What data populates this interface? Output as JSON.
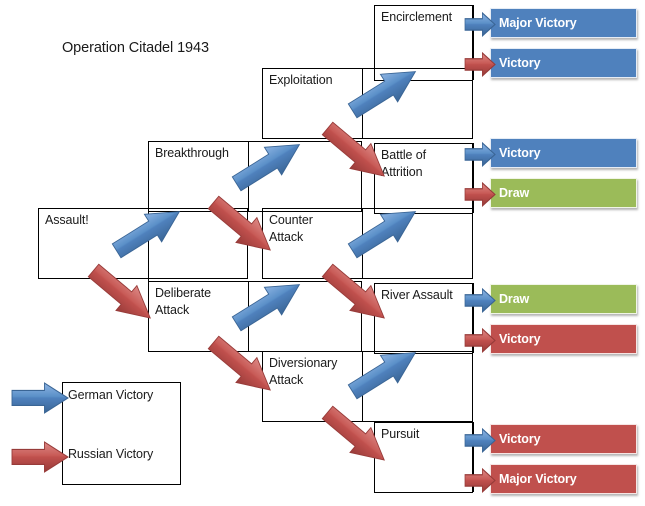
{
  "diagram": {
    "title": "Operation Citadel 1943",
    "colors": {
      "german_blue": "#4f81bd",
      "russian_red": "#c0504d",
      "draw_green": "#9bbb59",
      "outline": "#000000",
      "text": "#1a1a1a"
    },
    "nodes": [
      {
        "id": "assault",
        "label": "Assault!"
      },
      {
        "id": "breakthrough",
        "label": "Breakthrough"
      },
      {
        "id": "deliberate-attack",
        "label": "Deliberate\nAttack"
      },
      {
        "id": "exploitation",
        "label": "Exploitation"
      },
      {
        "id": "counter-attack",
        "label": "Counter\nAttack"
      },
      {
        "id": "diversionary-attack",
        "label": "Diversionary\nAttack"
      },
      {
        "id": "encirclement",
        "label": "Encirclement"
      },
      {
        "id": "battle-of-attrition",
        "label": "Battle of\nAttrition"
      },
      {
        "id": "river-assault",
        "label": "River Assault"
      },
      {
        "id": "pursuit",
        "label": "Pursuit"
      }
    ],
    "results": [
      {
        "id": "encirclement-german",
        "label": "Major Victory",
        "color": "blue",
        "from": "encirclement",
        "arrow": "german"
      },
      {
        "id": "encirclement-russian",
        "label": "Victory",
        "color": "blue",
        "from": "encirclement",
        "arrow": "russian"
      },
      {
        "id": "attrition-german",
        "label": "Victory",
        "color": "blue",
        "from": "battle-of-attrition",
        "arrow": "german"
      },
      {
        "id": "attrition-russian",
        "label": "Draw",
        "color": "green",
        "from": "battle-of-attrition",
        "arrow": "russian"
      },
      {
        "id": "river-german",
        "label": "Draw",
        "color": "green",
        "from": "river-assault",
        "arrow": "german"
      },
      {
        "id": "river-russian",
        "label": "Victory",
        "color": "red",
        "from": "river-assault",
        "arrow": "russian"
      },
      {
        "id": "pursuit-german",
        "label": "Victory",
        "color": "red",
        "from": "pursuit",
        "arrow": "german"
      },
      {
        "id": "pursuit-russian",
        "label": "Major Victory",
        "color": "red",
        "from": "pursuit",
        "arrow": "russian"
      }
    ],
    "legend": {
      "items": [
        {
          "id": "german-victory",
          "label": "German Victory",
          "arrow": "german"
        },
        {
          "id": "russian-victory",
          "label": "Russian Victory",
          "arrow": "russian"
        }
      ]
    },
    "transitions": [
      {
        "from": "assault",
        "to": "breakthrough",
        "outcome": "german"
      },
      {
        "from": "assault",
        "to": "deliberate-attack",
        "outcome": "russian"
      },
      {
        "from": "breakthrough",
        "to": "exploitation",
        "outcome": "german"
      },
      {
        "from": "breakthrough",
        "to": "counter-attack",
        "outcome": "russian"
      },
      {
        "from": "deliberate-attack",
        "to": "counter-attack",
        "outcome": "german"
      },
      {
        "from": "deliberate-attack",
        "to": "diversionary-attack",
        "outcome": "russian"
      },
      {
        "from": "exploitation",
        "to": "encirclement",
        "outcome": "german"
      },
      {
        "from": "exploitation",
        "to": "battle-of-attrition",
        "outcome": "russian"
      },
      {
        "from": "counter-attack",
        "to": "battle-of-attrition",
        "outcome": "german"
      },
      {
        "from": "counter-attack",
        "to": "river-assault",
        "outcome": "russian"
      },
      {
        "from": "diversionary-attack",
        "to": "river-assault",
        "outcome": "german"
      },
      {
        "from": "diversionary-attack",
        "to": "pursuit",
        "outcome": "russian"
      }
    ]
  }
}
